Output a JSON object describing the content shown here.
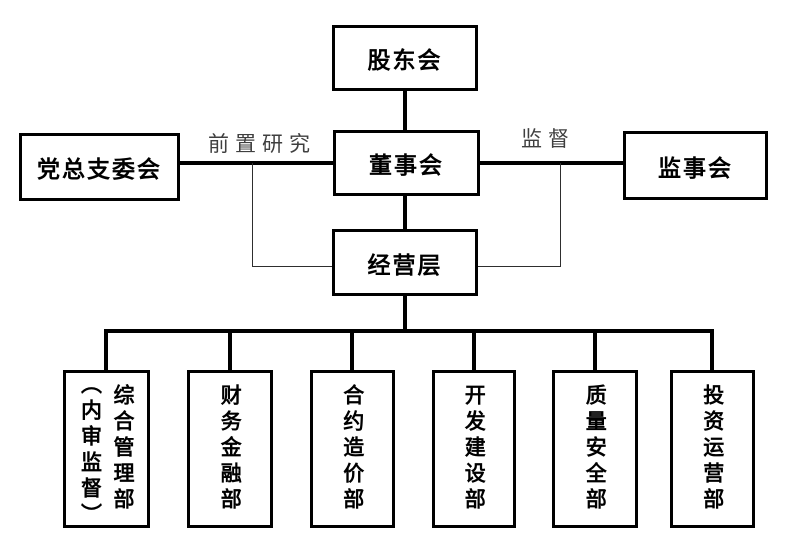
{
  "nodes": {
    "shareholders": {
      "label": "股东会"
    },
    "party_committee": {
      "label": "党总支委会"
    },
    "board": {
      "label": "董事会"
    },
    "supervisors": {
      "label": "监事会"
    },
    "management": {
      "label": "经营层"
    }
  },
  "edge_labels": {
    "pre_research": "前置研究",
    "supervision": "监督"
  },
  "departments": [
    {
      "name": "综合管理部（内审监督）",
      "lines": [
        "综合管理部",
        "（内审监督）"
      ]
    },
    {
      "name": "财务金融部",
      "lines": [
        "财务金融部"
      ]
    },
    {
      "name": "合约造价部",
      "lines": [
        "合约造价部"
      ]
    },
    {
      "name": "开发建设部",
      "lines": [
        "开发建设部"
      ]
    },
    {
      "name": "质量安全部",
      "lines": [
        "质量安全部"
      ]
    },
    {
      "name": "投资运营部",
      "lines": [
        "投资运营部"
      ]
    }
  ],
  "colors": {
    "box_border": "#000000",
    "connector": "#000000",
    "thin_connector": "#2e2e2e",
    "edge_label_text": "#3f3f3f",
    "background": "#ffffff"
  }
}
